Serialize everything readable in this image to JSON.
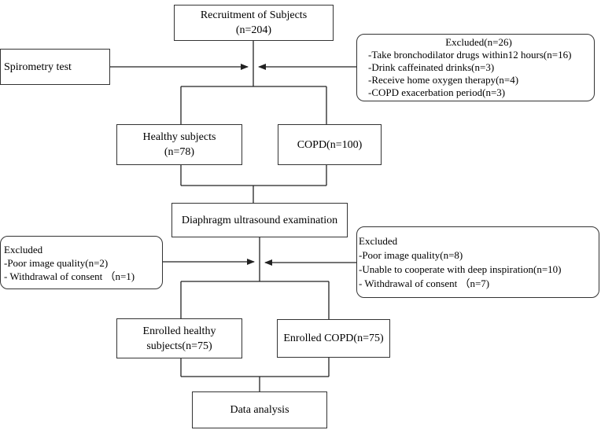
{
  "recruitment": {
    "title": "Recruitment of Subjects",
    "count": "(n=204)"
  },
  "spirometry": {
    "label": "Spirometry test"
  },
  "excluded_1": {
    "title": "Excluded(n=26)",
    "items": [
      "-Take bronchodilator drugs within12 hours(n=16)",
      "-Drink caffeinated drinks(n=3)",
      "-Receive home oxygen therapy(n=4)",
      "-COPD exacerbation period(n=3)"
    ]
  },
  "healthy": {
    "title": "Healthy subjects",
    "count": "(n=78)"
  },
  "copd": {
    "label": "COPD(n=100)"
  },
  "ultrasound": {
    "label": "Diaphragm ultrasound examination"
  },
  "excluded_2": {
    "title": "Excluded",
    "items": [
      "-Poor image quality(n=2)",
      "- Withdrawal of consent （n=1)"
    ]
  },
  "excluded_3": {
    "title": "Excluded",
    "items": [
      "-Poor image quality(n=8)",
      "-Unable to cooperate with deep  inspiration(n=10)",
      "- Withdrawal of consent （n=7)"
    ]
  },
  "enrolled_healthy": {
    "line1": "Enrolled healthy",
    "line2": "subjects(n=75)"
  },
  "enrolled_copd": {
    "label": "Enrolled COPD(n=75)"
  },
  "analysis": {
    "label": "Data analysis"
  }
}
